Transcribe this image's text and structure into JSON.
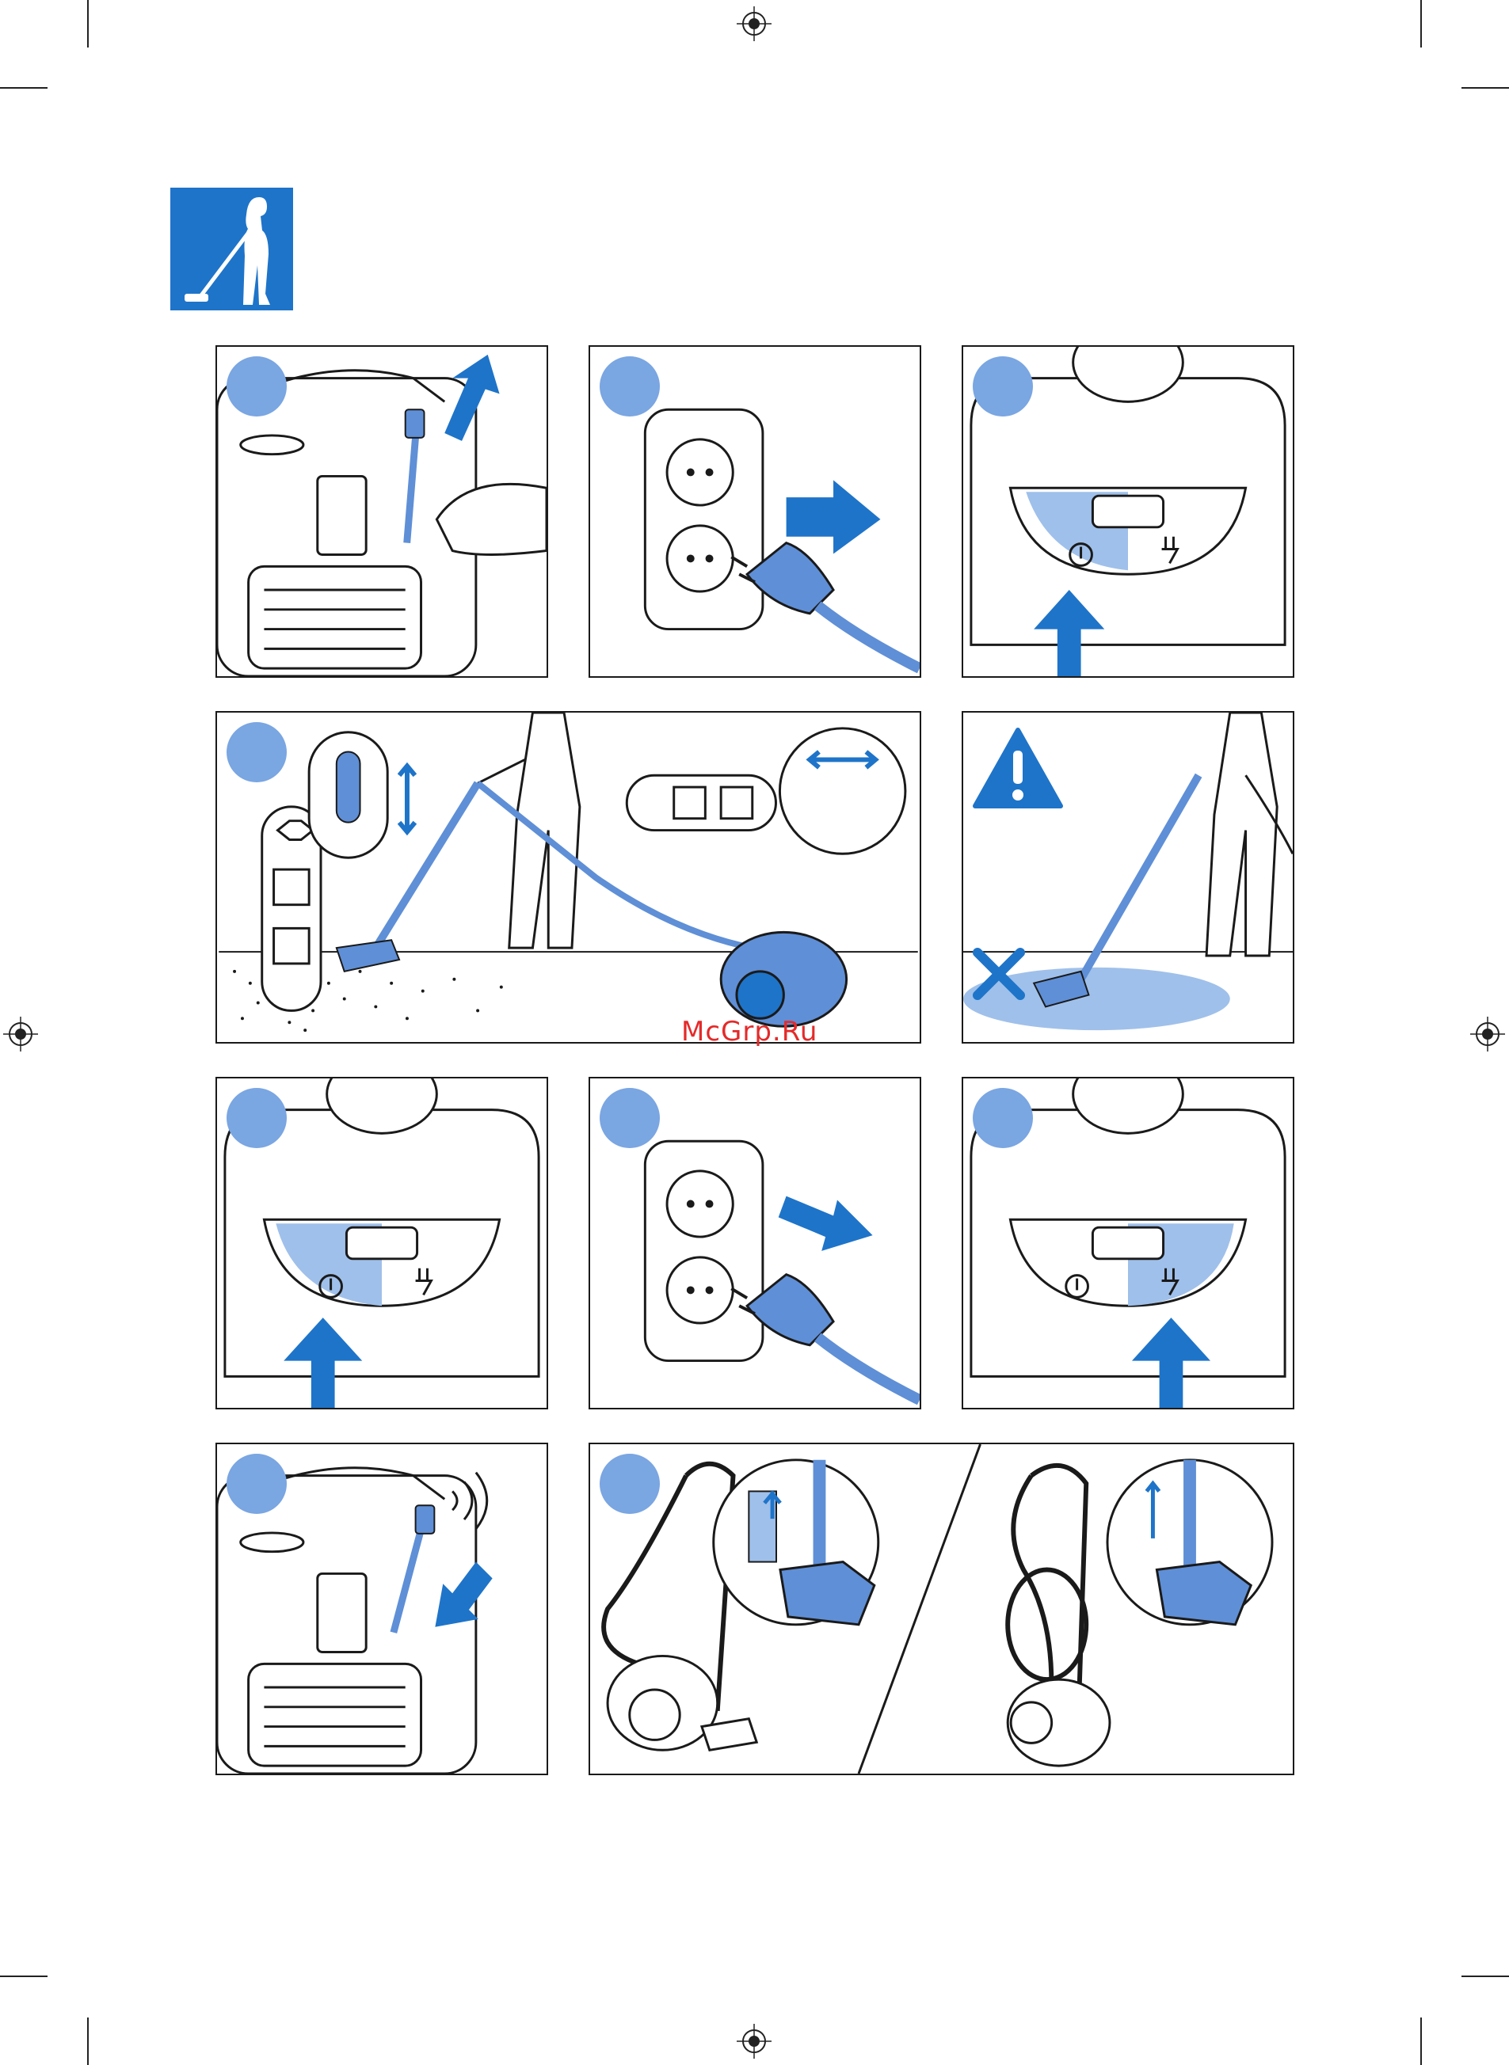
{
  "watermark": "McGrp.Ru",
  "colors": {
    "accent_blue": "#1e74c9",
    "step_circle": "#7aa6e2",
    "device_blue": "#5f8fd6",
    "light_blue": "#9fc0ea",
    "outline": "#1a1a1a"
  },
  "icons": {
    "header": "vacuuming-person-icon",
    "warning": "warning-triangle-icon",
    "forbidden": "cross-mark-icon",
    "registration": "registration-crosshair-icon"
  },
  "panels": [
    {
      "id": "cord-pull"
    },
    {
      "id": "plug-in"
    },
    {
      "id": "power-on"
    },
    {
      "id": "suction-adjust"
    },
    {
      "id": "no-wet-surfaces"
    },
    {
      "id": "power-off"
    },
    {
      "id": "unplug"
    },
    {
      "id": "cord-rewind-button"
    },
    {
      "id": "cord-retract"
    },
    {
      "id": "parking-storage"
    }
  ]
}
